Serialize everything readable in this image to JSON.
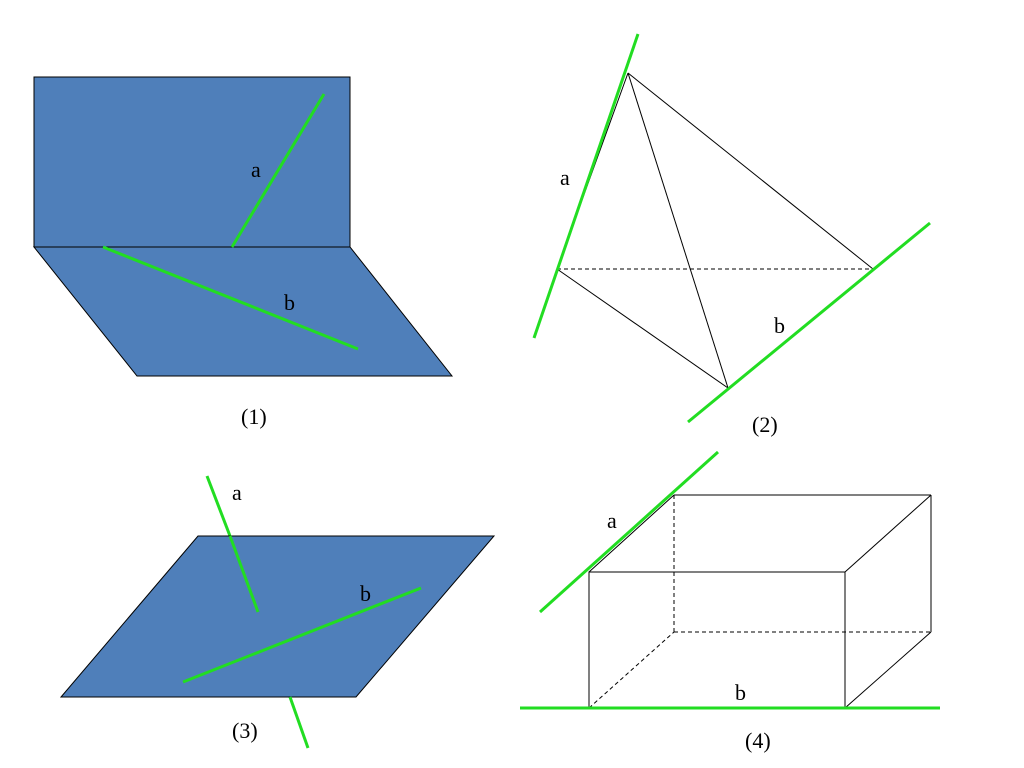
{
  "colors": {
    "plane_fill": "#4f7fba",
    "line_color": "#22dd22",
    "edge_color": "#000000"
  },
  "figures": [
    {
      "caption": "(1)",
      "line_labels": [
        "a",
        "b"
      ]
    },
    {
      "caption": "(2)",
      "line_labels": [
        "a",
        "b"
      ]
    },
    {
      "caption": "(3)",
      "line_labels": [
        "a",
        "b"
      ]
    },
    {
      "caption": "(4)",
      "line_labels": [
        "a",
        "b"
      ]
    }
  ]
}
